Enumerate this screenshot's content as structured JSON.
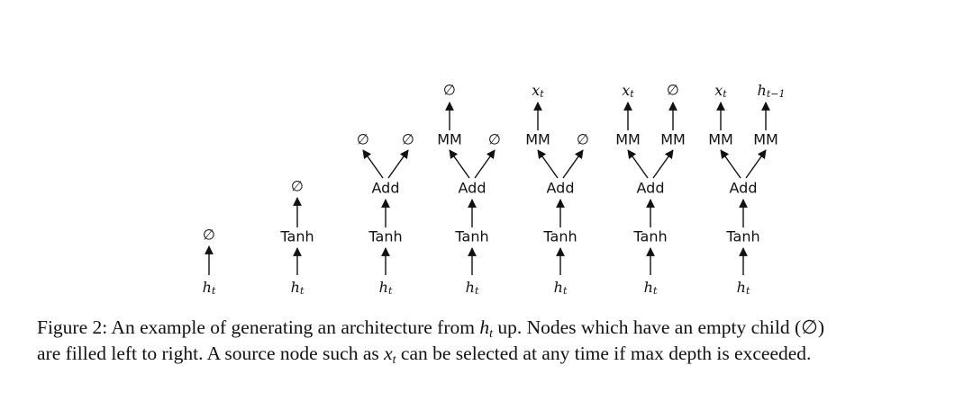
{
  "tokens": {
    "empty": "∅",
    "tanh": "Tanh",
    "add": "Add",
    "mm": "MM",
    "h": "h",
    "x": "x",
    "t": "t",
    "t_minus_1": "t−1"
  },
  "steps": [
    {
      "tanh": false,
      "add": false,
      "mm": [
        false,
        false
      ],
      "root": "empty"
    },
    {
      "tanh": true,
      "add": false,
      "mm": [
        false,
        false
      ],
      "root": "empty"
    },
    {
      "tanh": true,
      "add": true,
      "mm": [
        false,
        false
      ],
      "leaves": [
        "empty",
        "empty"
      ]
    },
    {
      "tanh": true,
      "add": true,
      "mm": [
        true,
        false
      ],
      "leaves": [
        "empty",
        "empty"
      ]
    },
    {
      "tanh": true,
      "add": true,
      "mm": [
        true,
        false
      ],
      "leaves": [
        "x_t",
        "empty"
      ]
    },
    {
      "tanh": true,
      "add": true,
      "mm": [
        true,
        true
      ],
      "leaves": [
        "x_t",
        "empty"
      ]
    },
    {
      "tanh": true,
      "add": true,
      "mm": [
        true,
        true
      ],
      "leaves": [
        "x_t",
        "h_t-1"
      ]
    }
  ],
  "caption": {
    "line1_prefix": "Figure 2: An example of generating an architecture from",
    "line1_suffix": "up. Nodes which have an empty child (∅)",
    "line2_prefix": "are filled left to right. A source node such as",
    "line2_suffix": "can be selected at any time if max depth is exceeded."
  }
}
